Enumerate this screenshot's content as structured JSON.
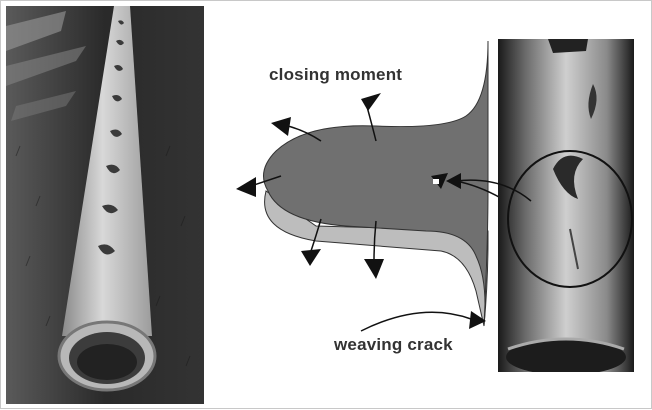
{
  "labels": {
    "closing_moment": "closing moment",
    "weaving_crack": "weaving crack"
  },
  "colors": {
    "page_background": "#ffffff",
    "border": "#c8c8c8",
    "grass_dark": "#2e2e2e",
    "pipe_light": "#c9c9c9",
    "diagram_face": "#707070",
    "diagram_underside": "#bdbdbd",
    "arrow": "#111111",
    "label_text": "#333333"
  },
  "panels": {
    "left": "photo-of-pipe-on-grass",
    "center": "schematic-of-crack-flap-with-arrows",
    "right": "close-up-photo-of-pipe-with-circled-crack"
  }
}
